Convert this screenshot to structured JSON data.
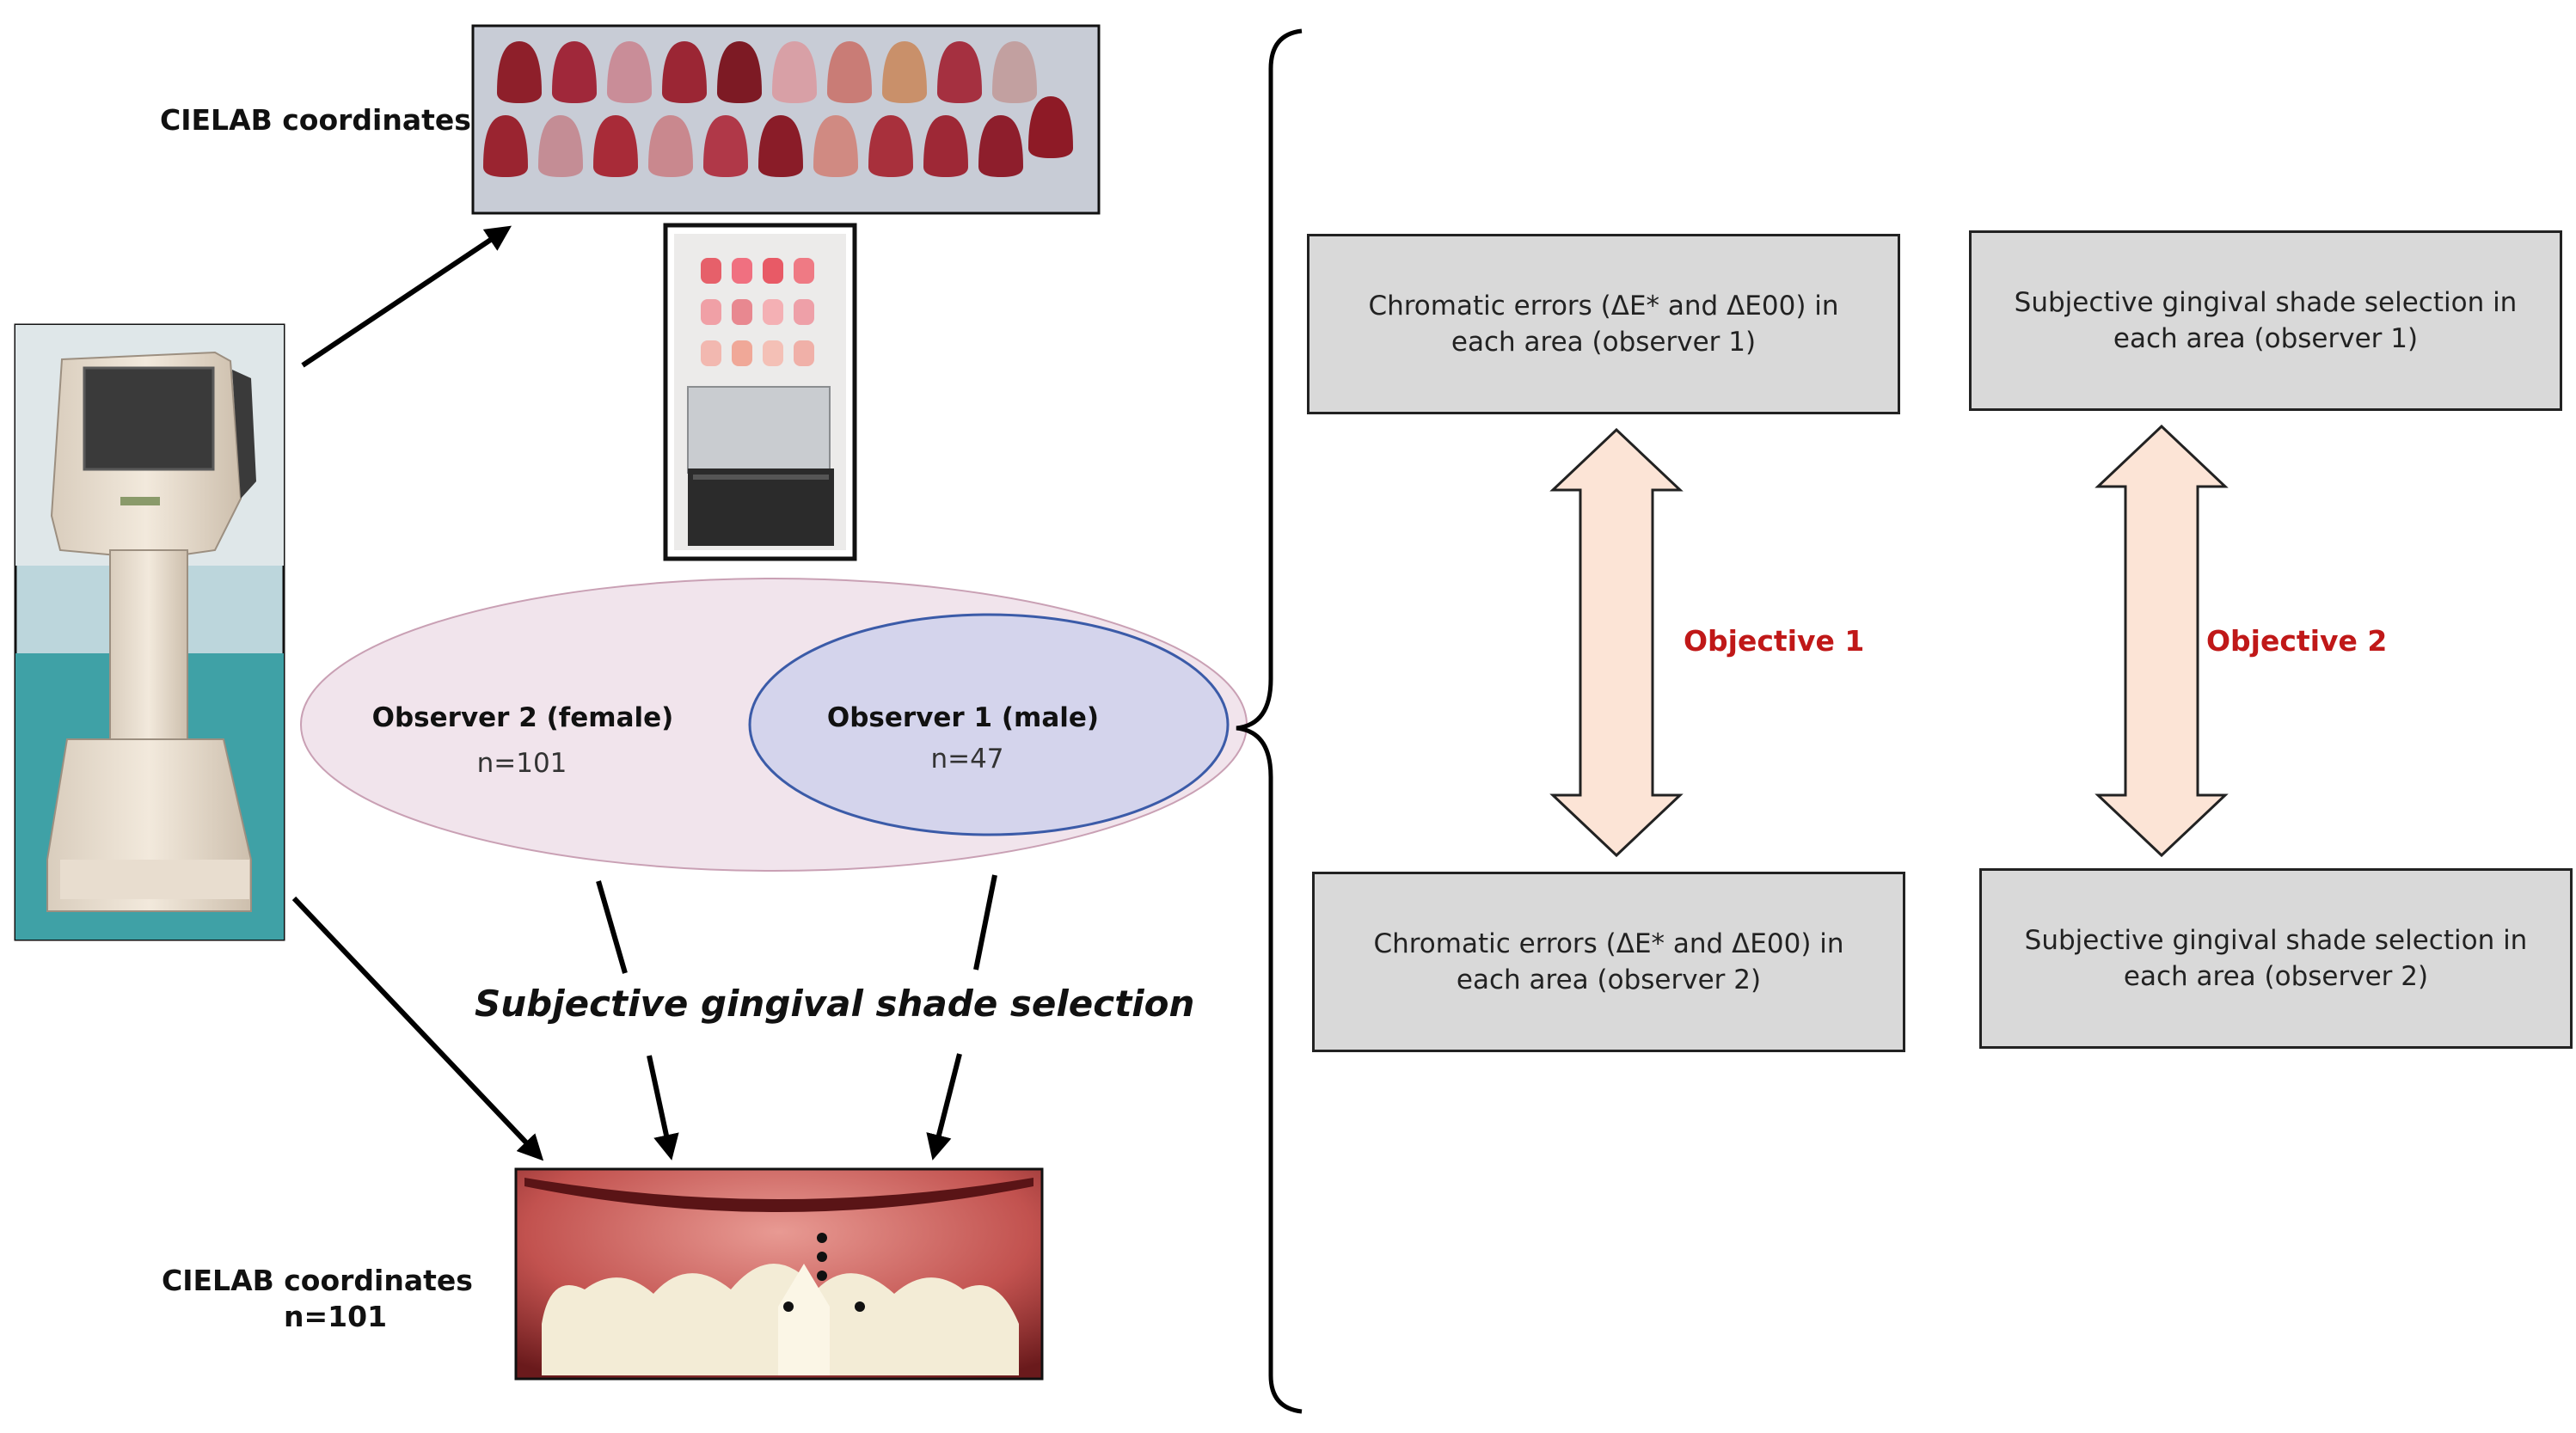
{
  "top_label": "CIELAB coordinates",
  "bottom_label": {
    "line1": "CIELAB coordinates",
    "line2": "n=101"
  },
  "observer2": {
    "title": "Observer 2 (female)",
    "n": "n=101"
  },
  "observer1": {
    "title": "Observer 1 (male)",
    "n": "n=47"
  },
  "method_label": "Subjective gingival shade selection",
  "boxes": {
    "top_left": "Chromatic errors (ΔE* and ΔE00) in each area (observer 1)",
    "top_right": "Subjective gingival shade selection in each area (observer 1)",
    "bottom_left": "Chromatic errors (ΔE* and ΔE00) in each area (observer 2)",
    "bottom_right": "Subjective gingival shade selection in each area (observer 2)"
  },
  "objectives": {
    "first": "Objective 1",
    "second": "Objective 2"
  },
  "colors": {
    "objective_text": "#c01818",
    "box_fill": "#d9d9d9",
    "arrow_fill": "#fce4d6",
    "observer2_ellipse": "#f1e4ec",
    "observer1_ellipse": "#d4d4ec",
    "observer1_outline": "#3b5ba8"
  },
  "icons": {
    "device_photo": "spectrophotometer-photo",
    "shade_tabs_photo": "gingival-shade-guide-photo",
    "shade_holder_photo": "shade-guide-holder-photo",
    "mouth_photo": "intraoral-gingiva-photo"
  }
}
